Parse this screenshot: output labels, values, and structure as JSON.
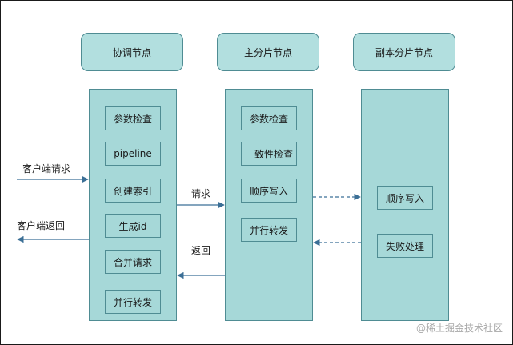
{
  "headers": {
    "coordinator": "协调节点",
    "primary": "主分片节点",
    "replica": "副本分片节点"
  },
  "coordinator_steps": [
    "参数检查",
    "pipeline",
    "创建索引",
    "生成id",
    "合并请求",
    "并行转发"
  ],
  "primary_steps": [
    "参数检查",
    "一致性检查",
    "顺序写入",
    "并行转发"
  ],
  "replica_steps": [
    "顺序写入",
    "失败处理"
  ],
  "labels": {
    "client_request": "客户端请求",
    "client_return": "客户端返回",
    "request": "请求",
    "return": "返回"
  },
  "watermark": "@稀土掘金技术社区",
  "colors": {
    "fill": "#a6d8d8",
    "header_fill": "#b2dfdf",
    "stroke": "#4f8c93",
    "arrow": "#3b6f96"
  }
}
